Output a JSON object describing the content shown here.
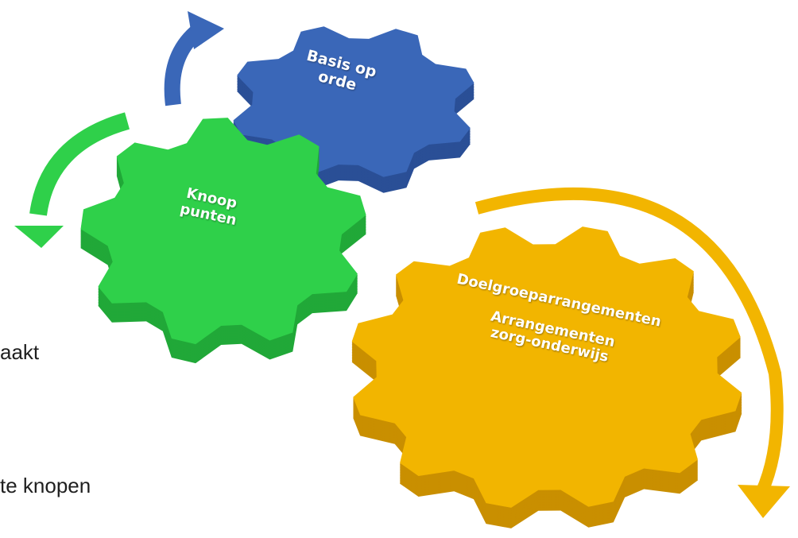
{
  "gears": {
    "blue": {
      "line1": "Basis op",
      "line2": "orde",
      "color": "#3a67b8",
      "side": "#2a4f96"
    },
    "green": {
      "line1": "Knoop",
      "line2": "punten",
      "color": "#2fd04a",
      "side": "#21a838"
    },
    "yellow": {
      "line1": "Doelgroeparrangementen",
      "line2": "Arrangementen",
      "line3": "zorg-onderwijs",
      "color": "#f2b500",
      "side": "#c98f00"
    }
  },
  "arrows": {
    "blue": "#3a67b8",
    "green": "#2fd04a",
    "yellow": "#f2b500"
  },
  "background_text": {
    "line1": "aakt",
    "line2": "te knopen"
  }
}
